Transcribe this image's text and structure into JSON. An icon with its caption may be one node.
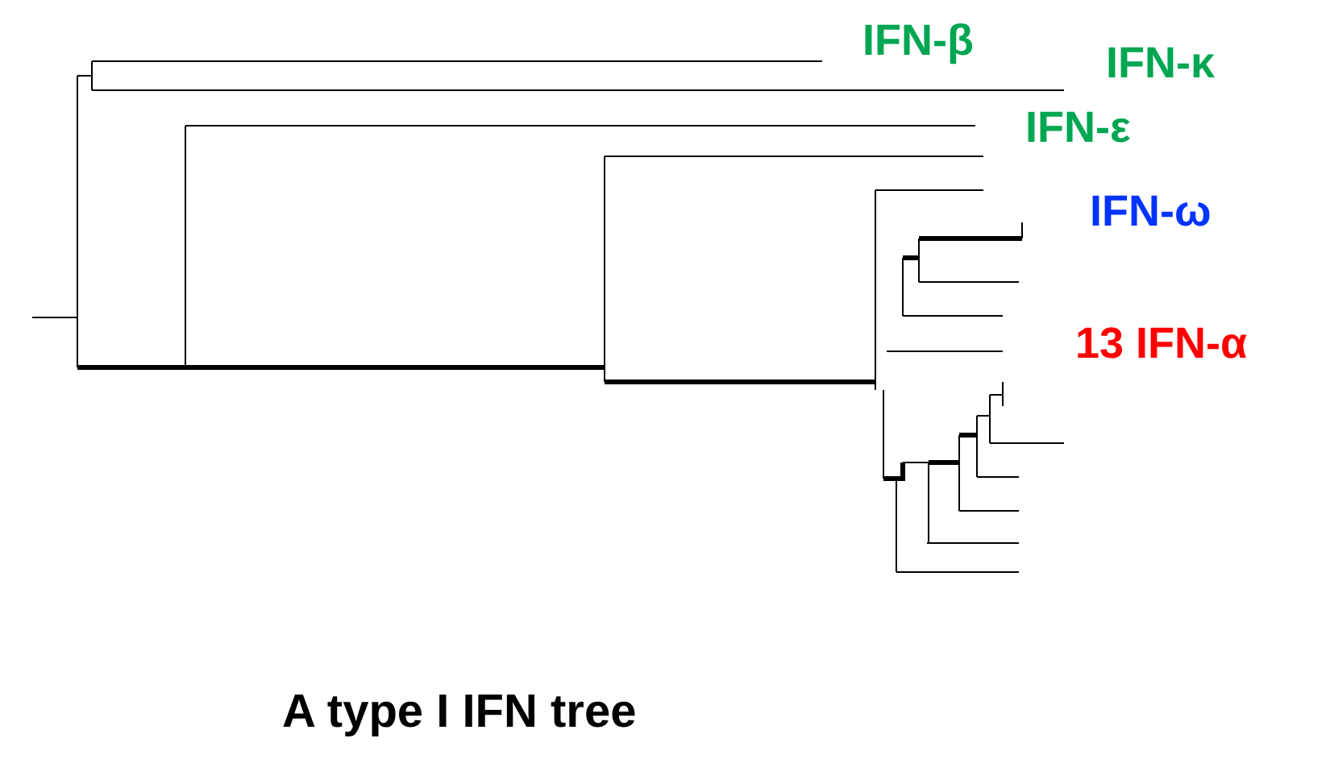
{
  "diagram": {
    "caption": "A type I IFN tree",
    "labels": [
      "IFN-β",
      "IFN-κ",
      "IFN-ε",
      "IFN-ω",
      "13 IFN-α"
    ]
  }
}
